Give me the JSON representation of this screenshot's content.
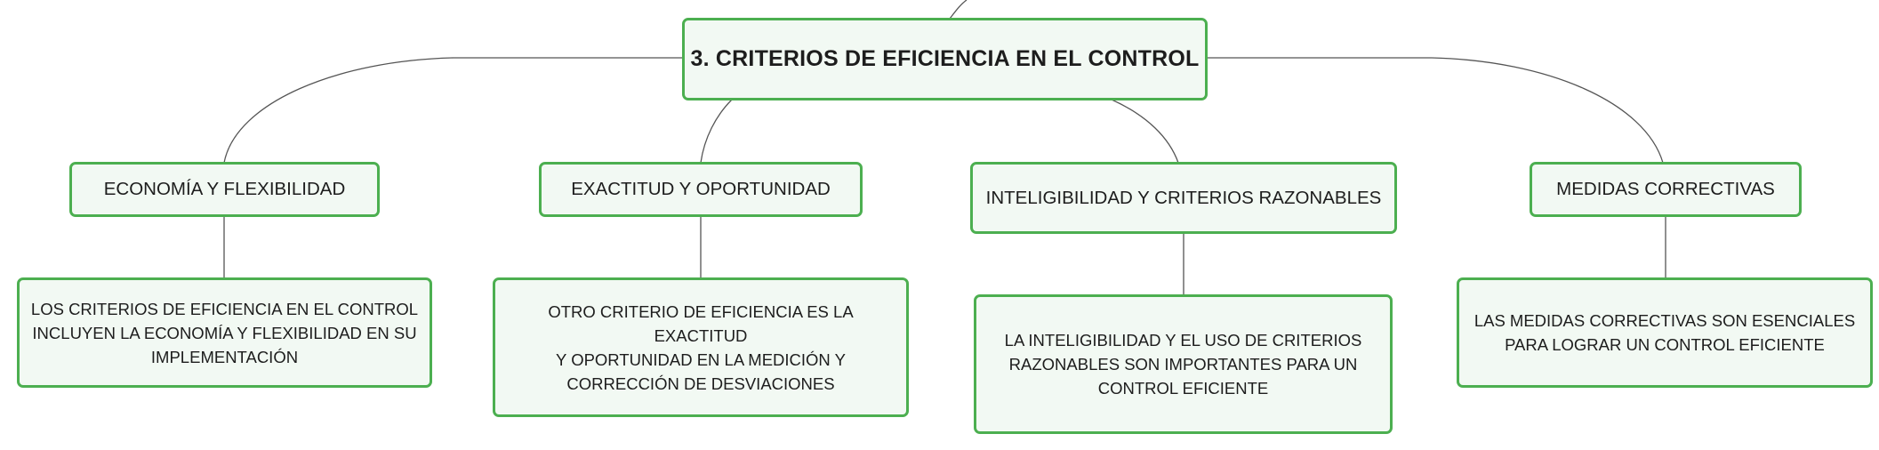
{
  "root": {
    "label": "3. CRITERIOS DE EFICIENCIA EN EL CONTROL"
  },
  "branches": [
    {
      "label": "ECONOMÍA Y FLEXIBILIDAD",
      "detail": [
        "LOS CRITERIOS DE EFICIENCIA EN EL CONTROL",
        "INCLUYEN LA ECONOMÍA Y FLEXIBILIDAD EN SU",
        "IMPLEMENTACIÓN"
      ]
    },
    {
      "label": "EXACTITUD Y OPORTUNIDAD",
      "detail": [
        "OTRO CRITERIO DE EFICIENCIA ES LA EXACTITUD",
        "Y OPORTUNIDAD EN LA MEDICIÓN Y",
        "CORRECCIÓN DE DESVIACIONES"
      ]
    },
    {
      "label": "INTELIGIBILIDAD Y CRITERIOS RAZONABLES",
      "detail": [
        "LA INTELIGIBILIDAD Y EL USO DE CRITERIOS",
        "RAZONABLES SON IMPORTANTES PARA UN",
        "CONTROL EFICIENTE"
      ]
    },
    {
      "label": "MEDIDAS CORRECTIVAS",
      "detail": [
        "LAS MEDIDAS CORRECTIVAS SON ESENCIALES",
        "PARA LOGRAR UN CONTROL EFICIENTE"
      ]
    }
  ],
  "colors": {
    "border": "#4caf50",
    "fill": "#f2f9f3",
    "connector": "#555555"
  }
}
